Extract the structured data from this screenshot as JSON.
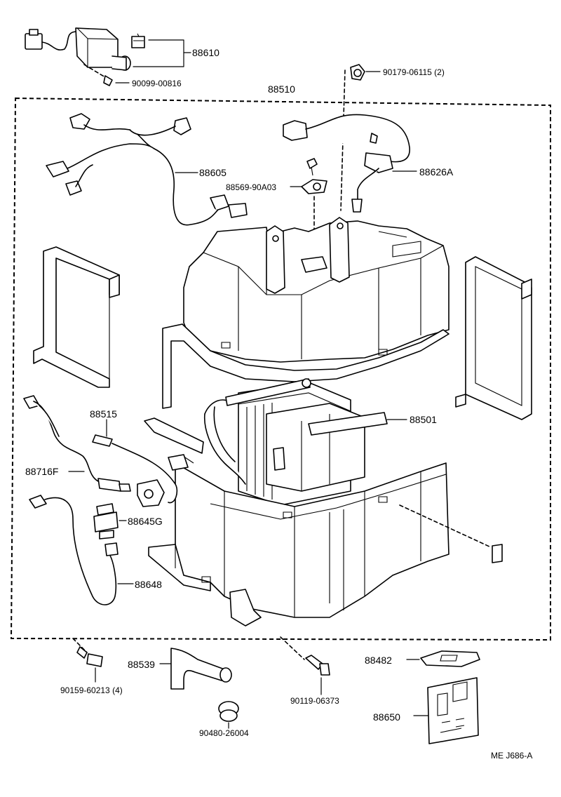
{
  "labels": {
    "p88610": "88610",
    "p90099": "90099-00816",
    "p90179": "90179-06115 (2)",
    "p88510": "88510",
    "p88605": "88605",
    "p88626a": "88626A",
    "p88569": "88569-90A03",
    "p88515": "88515",
    "p88501": "88501",
    "p88716f": "88716F",
    "p88645g": "88645G",
    "p88648": "88648",
    "p88539": "88539",
    "p88482": "88482",
    "p90159": "90159-60213 (4)",
    "p90119": "90119-06373",
    "p90480": "90480-26004",
    "p88650": "88650"
  },
  "footer": {
    "code": "ME  J686-A"
  }
}
